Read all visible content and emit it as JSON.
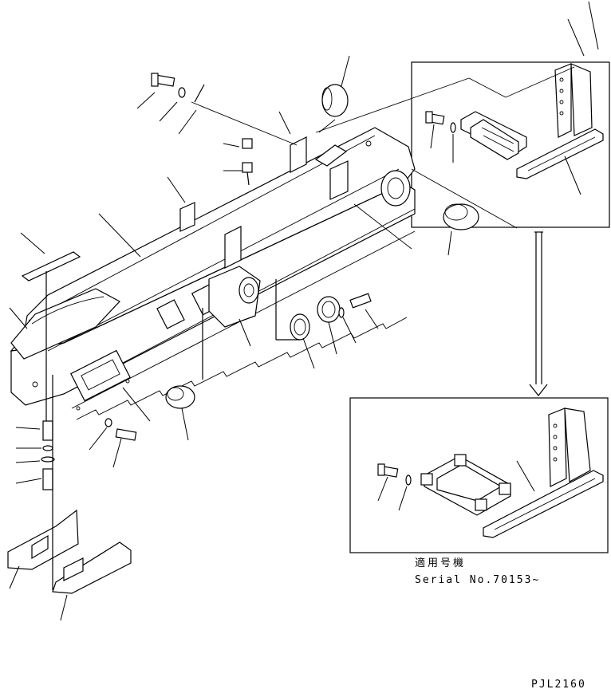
{
  "caption": {
    "line1": "適用号機",
    "line2": "Serial No.70153~"
  },
  "drawing_code": "PJL2160",
  "colors": {
    "ink": "#000000",
    "paper": "#ffffff"
  }
}
